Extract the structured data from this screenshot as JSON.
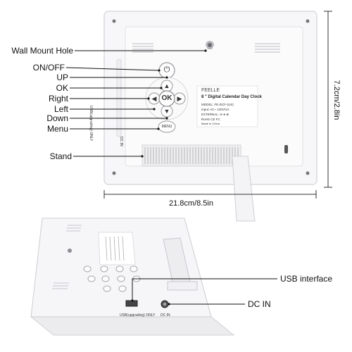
{
  "callouts_back": {
    "wall_mount_hole": "Wall Mount Hole",
    "on_off": "ON/OFF",
    "up": "UP",
    "ok": "OK",
    "right": "Right",
    "left": "Left",
    "down": "Down",
    "menu": "Menu",
    "stand": "Stand"
  },
  "dimensions": {
    "width": "21.8cm/8.5in",
    "height": "7.2cm/2.8in"
  },
  "device_text": {
    "ok_button": "OK",
    "menu_button": "MENU",
    "side_usb": "USB(upgrading) ONLY",
    "side_dc": "DC IN",
    "label_brand": "FEELLE",
    "label_title": "8 \" Digital Calendar Day Clock",
    "label_model": "MODEL: FE-DCF-(US)",
    "label_input": "Input:  AC~ 100V/1A",
    "label_external": "EXTERNAL:   ⊖  ●  ⊕",
    "label_rohs": "RoHS  CE  FC",
    "label_made": "Made in China"
  },
  "callouts_side": {
    "usb_interface": "USB interface",
    "dc_in": "DC IN"
  },
  "bottom_device_text": {
    "usb_label": "USB(upgrading) ONLY",
    "dc_label": "DC IN"
  }
}
